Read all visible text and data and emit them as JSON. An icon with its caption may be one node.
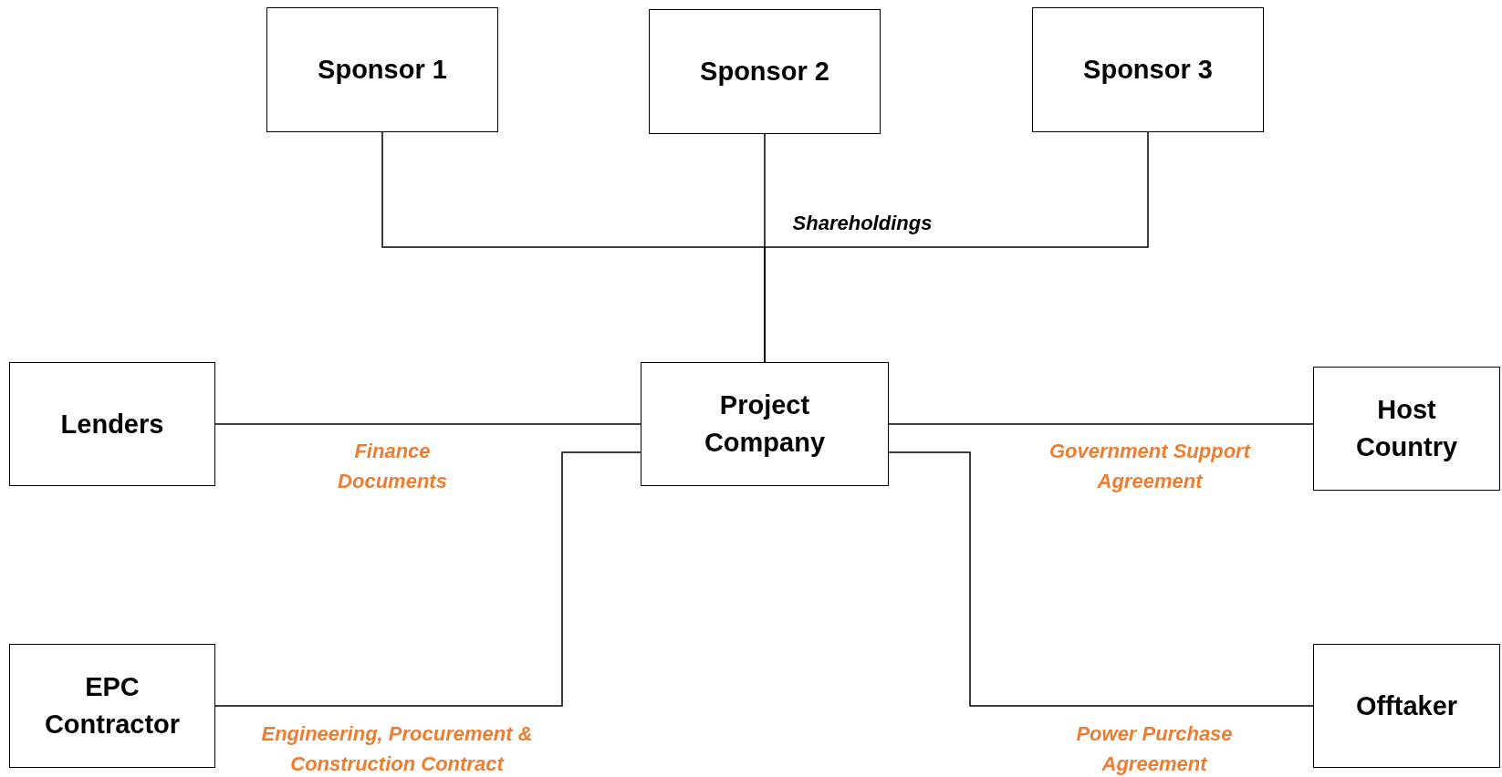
{
  "diagram": {
    "nodes": [
      {
        "text": [
          "Sponsor 1"
        ]
      },
      {
        "text": [
          "Sponsor 2"
        ]
      },
      {
        "text": [
          "Sponsor 3"
        ]
      },
      {
        "text": [
          "Project Company"
        ]
      },
      {
        "text": [
          "Lenders"
        ]
      },
      {
        "text": [
          "Host Country"
        ]
      },
      {
        "text": [
          "EPC Contractor"
        ]
      },
      {
        "text": [
          "Offtaker"
        ]
      }
    ],
    "edges": [
      {
        "from": 0,
        "to": 3,
        "arrow": "none"
      },
      {
        "from": 1,
        "to": 3,
        "arrow": "none",
        "label": "Shareholdings"
      },
      {
        "from": 2,
        "to": 3,
        "arrow": "none"
      },
      {
        "from": 4,
        "to": 3,
        "arrow": "none",
        "label": "Finance Documents"
      },
      {
        "from": 3,
        "to": 5,
        "arrow": "none",
        "label": "Government Support Agreement"
      },
      {
        "from": 6,
        "to": 3,
        "arrow": "none",
        "label": "Engineering, Procurement & Construction Contract"
      },
      {
        "from": 3,
        "to": 7,
        "arrow": "none",
        "label": "Power Purchase Agreement"
      }
    ]
  }
}
